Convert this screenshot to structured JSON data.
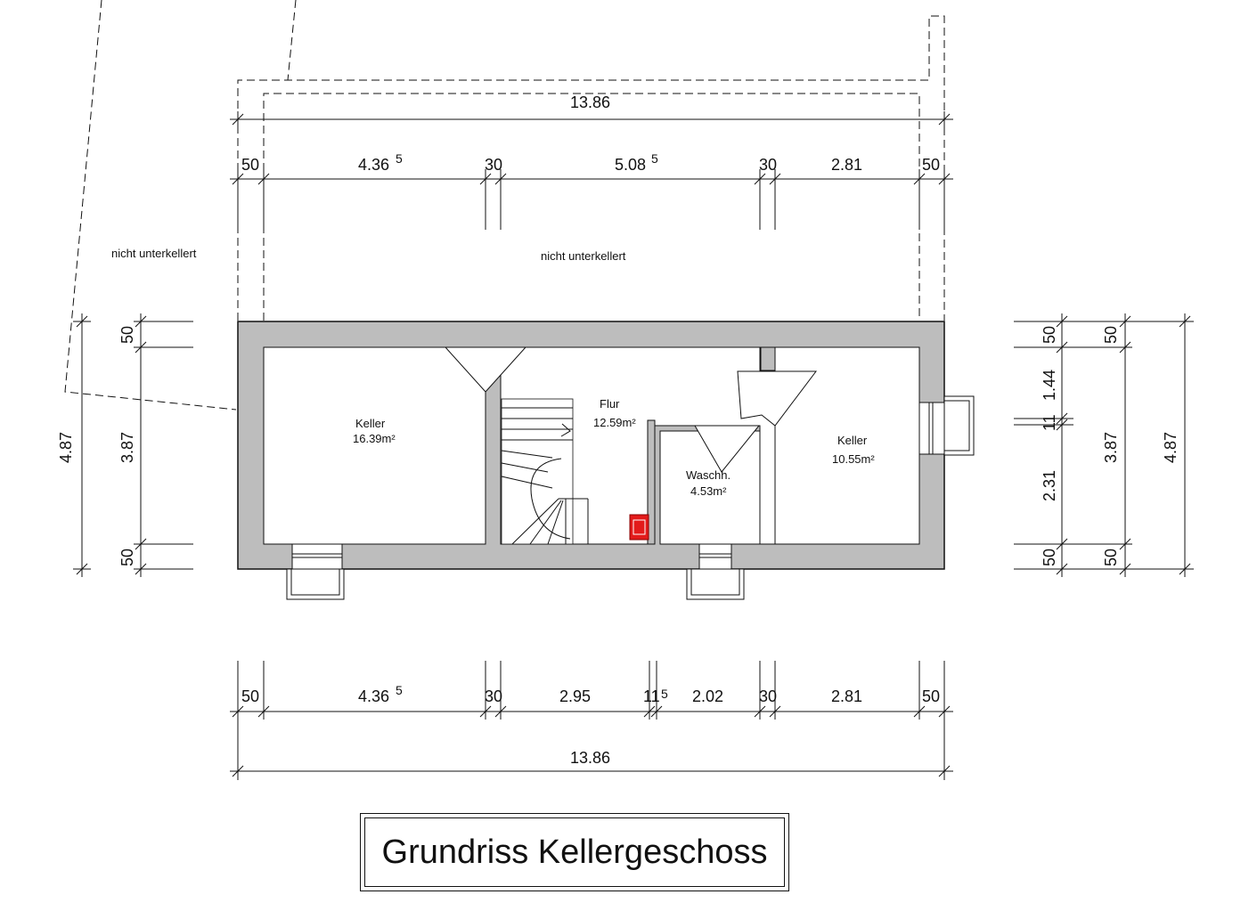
{
  "title": "Grundriss Kellergeschoss",
  "notes": {
    "left": "nicht unterkellert",
    "top": "nicht unterkellert"
  },
  "rooms": {
    "keller_left": {
      "name": "Keller",
      "area": "16.39m²"
    },
    "flur": {
      "name": "Flur",
      "area": "12.59m²"
    },
    "waschh": {
      "name": "Waschh.",
      "area": "4.53m²"
    },
    "keller_right": {
      "name": "Keller",
      "area": "10.55m²"
    }
  },
  "dims_top": {
    "overall": "13.86",
    "seg_wall_left": "50",
    "seg_room1": "4.36",
    "seg_room1_sup": "5",
    "seg_wall_1": "30",
    "seg_room2": "5.08",
    "seg_room2_sup": "5",
    "seg_wall_2": "30",
    "seg_room3": "2.81",
    "seg_wall_right": "50"
  },
  "dims_bottom": {
    "seg_wall_left": "50",
    "seg_room1": "4.36",
    "seg_room1_sup": "5",
    "seg_wall_1": "30",
    "seg_room2": "2.95",
    "seg_wall_2": "11",
    "seg_wall_2_sup": "5",
    "seg_room3": "2.02",
    "seg_wall_3": "30",
    "seg_room4": "2.81",
    "seg_wall_right": "50",
    "overall": "13.86"
  },
  "dims_left": {
    "overall": "4.87",
    "inner": "3.87",
    "wall_top": "50",
    "wall_bottom": "50"
  },
  "dims_right": {
    "wall_top": "50",
    "seg_144": "1.44",
    "seg_11": "11",
    "seg_231": "2.31",
    "wall_bottom": "50",
    "inner_wall_top": "50",
    "inner": "3.87",
    "inner_wall_bottom": "50",
    "overall": "4.87"
  },
  "colors": {
    "wall": "#bdbdbd",
    "line": "#111111",
    "boiler": "#e31b1b"
  },
  "icons": [
    "stair-icon",
    "boiler-icon",
    "window-icon"
  ]
}
